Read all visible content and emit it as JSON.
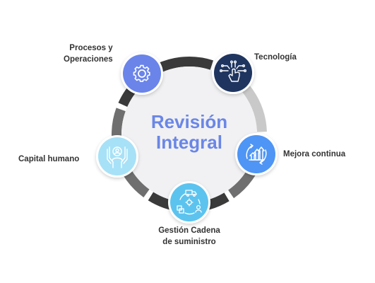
{
  "diagram": {
    "center_title_line1": "Revisión",
    "center_title_line2": "Integral",
    "nodes": [
      {
        "id": "procesos",
        "label_line1": "Procesos y",
        "label_line2": "Operaciones",
        "icon": "gear-icon",
        "color": "#6a84ea"
      },
      {
        "id": "tecnologia",
        "label_line1": "Tecnología",
        "icon": "touch-circuit-icon",
        "color": "#1f3560"
      },
      {
        "id": "mejora",
        "label_line1": "Mejora continua",
        "icon": "growth-arrows-icon",
        "color": "#4e95f5"
      },
      {
        "id": "cadena",
        "label_line1": "Gestión Cadena",
        "label_line2": "de suministro",
        "icon": "supply-chain-icon",
        "color": "#5cc3ef"
      },
      {
        "id": "capital",
        "label_line1": "Capital humano",
        "icon": "person-hands-icon",
        "color": "#a7e1f7"
      }
    ],
    "colors": {
      "ring_dark": "#3a3a3a",
      "ring_mid": "#6f6f6f",
      "ring_light": "#c9c9c9",
      "center_fill": "#f1f1f3",
      "title_color": "#6a86e6"
    }
  }
}
